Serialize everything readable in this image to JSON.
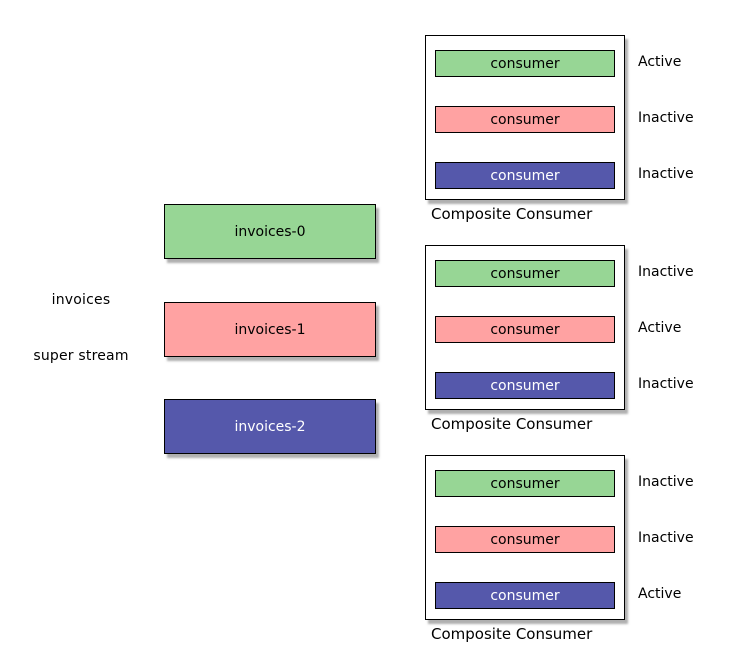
{
  "diagram": {
    "stream_name": "invoices",
    "stream_type": "super stream",
    "partitions": [
      {
        "name": "invoices-0",
        "color": "#97D695"
      },
      {
        "name": "invoices-1",
        "color": "#FFA2A2"
      },
      {
        "name": "invoices-2",
        "color": "#5558AB"
      }
    ],
    "composite_consumers": [
      {
        "label": "Composite Consumer",
        "consumers": [
          {
            "name": "consumer",
            "color": "#97D695",
            "status": "Active"
          },
          {
            "name": "consumer",
            "color": "#FFA2A2",
            "status": "Inactive"
          },
          {
            "name": "consumer",
            "color": "#5558AB",
            "status": "Inactive"
          }
        ]
      },
      {
        "label": "Composite Consumer",
        "consumers": [
          {
            "name": "consumer",
            "color": "#97D695",
            "status": "Inactive"
          },
          {
            "name": "consumer",
            "color": "#FFA2A2",
            "status": "Active"
          },
          {
            "name": "consumer",
            "color": "#5558AB",
            "status": "Inactive"
          }
        ]
      },
      {
        "label": "Composite Consumer",
        "consumers": [
          {
            "name": "consumer",
            "color": "#97D695",
            "status": "Inactive"
          },
          {
            "name": "consumer",
            "color": "#FFA2A2",
            "status": "Inactive"
          },
          {
            "name": "consumer",
            "color": "#5558AB",
            "status": "Active"
          }
        ]
      }
    ]
  }
}
